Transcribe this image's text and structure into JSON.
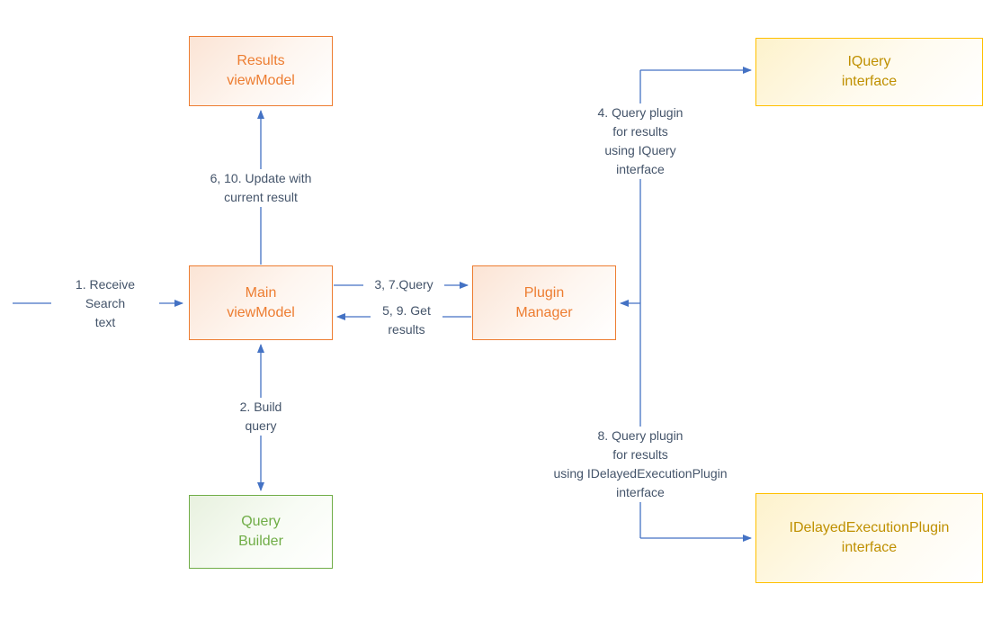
{
  "diagram": {
    "nodes": {
      "results_viewmodel": {
        "label": "Results\nviewModel"
      },
      "iquery_interface": {
        "label": "IQuery\ninterface"
      },
      "main_viewmodel": {
        "label": "Main\nviewModel"
      },
      "plugin_manager": {
        "label": "Plugin\nManager"
      },
      "query_builder": {
        "label": "Query\nBuilder"
      },
      "idelayedexecutionplugin_interface": {
        "label": "IDelayedExecutionPlugin\ninterface"
      }
    },
    "edge_labels": {
      "receive_search": "1. Receive\nSearch\ntext",
      "build_query": "2. Build\nquery",
      "query": "3, 7.Query",
      "query_plugin_iquery": "4. Query plugin\nfor results\nusing IQuery\ninterface",
      "get_results": "5, 9. Get\nresults",
      "update_with_result": "6, 10. Update with\ncurrent result",
      "query_plugin_idelayed": "8. Query plugin\nfor results\nusing IDelayedExecutionPlugin\ninterface"
    },
    "colors": {
      "connector": "#4472C4",
      "edge_label_text": "#44546A",
      "orange_border": "#ED7D31",
      "orange_text": "#ED7D31",
      "green_border": "#70AD47",
      "green_text": "#70AD47",
      "gold_border": "#FFC000",
      "gold_text": "#BF9000",
      "background": "#FFFFFF"
    }
  }
}
